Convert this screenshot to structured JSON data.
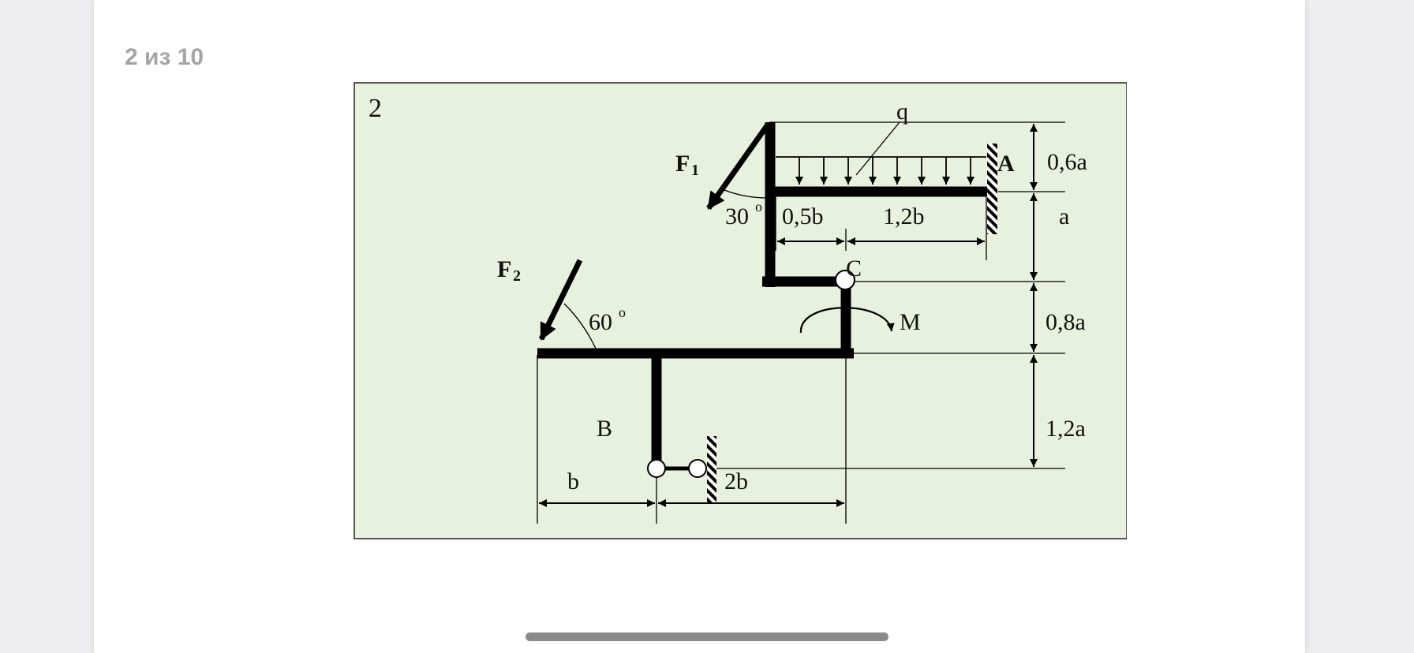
{
  "viewer": {
    "page_counter": "2 из 10"
  },
  "figure": {
    "problem_number": "2",
    "background_color": "#e8f0de",
    "labels": {
      "load_q": "q",
      "support_a": "A",
      "point_c": "C",
      "point_b": "B",
      "moment": "M",
      "force1_letter": "F",
      "force1_sub": "1",
      "force2_letter": "F",
      "force2_sub": "2",
      "angle1": "30",
      "angle2": "60",
      "degree": "o"
    },
    "dimensions": {
      "horizontal_top": [
        "0,5b",
        "1,2b"
      ],
      "horizontal_bottom": [
        "b",
        "2b"
      ],
      "vertical": [
        "0,6a",
        "a",
        "0,8a",
        "1,2a"
      ]
    }
  }
}
